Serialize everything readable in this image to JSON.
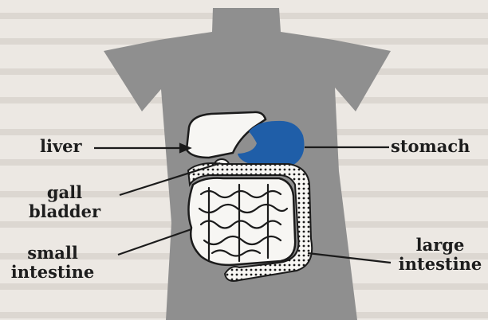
{
  "labels": {
    "liver": "liver",
    "stomach": "stomach",
    "gall_bladder": [
      "gall",
      "bladder"
    ],
    "small_intestine": [
      "small",
      "intestine"
    ],
    "large_intestine": [
      "large",
      "intestine"
    ]
  },
  "colors": {
    "torso": "#8f8f8f",
    "stomach": "#1f5ea8",
    "liver": "#f7f6f3",
    "outline": "#1b1b1b",
    "page": "#ece8e3",
    "background_text": "#dcd7d1"
  }
}
